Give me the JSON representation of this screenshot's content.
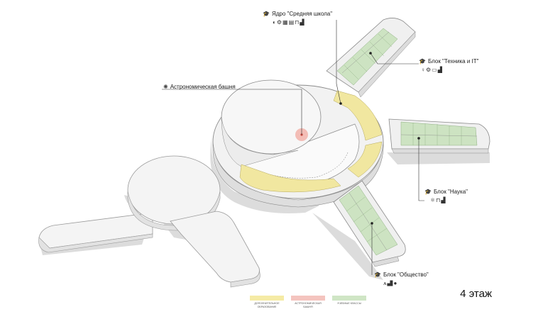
{
  "labels": {
    "core": "Ядро \"Средняя школа\"",
    "tech": "Блок \"Техника и IT\"",
    "tower": "Астрономическая башня",
    "science": "Блок \"Наука\"",
    "society": "Блок \"Общество\""
  },
  "floor": "4 этаж",
  "legend": [
    {
      "text": "дополнительное образование",
      "color": "#f5eba5"
    },
    {
      "text": "астрономическая башня",
      "color": "#f4c4bf"
    },
    {
      "text": "учебные классы",
      "color": "#cfe5c5"
    }
  ],
  "colors": {
    "extra_education": "#f1e7a0",
    "tower": "#f2b3aa",
    "classes": "#cde3c2",
    "building": "#f4f4f4"
  },
  "icons": {
    "core": [
      "chart-icon",
      "gear-icon",
      "classroom-icon",
      "book-icon",
      "lab-icon",
      "workshop-icon"
    ],
    "tech": [
      "bulb-icon",
      "gear-icon",
      "monitor-icon",
      "factory-icon"
    ],
    "science": [
      "atom-icon",
      "flask-icon",
      "factory-icon"
    ],
    "society": [
      "people-icon",
      "tools-icon",
      "globe-icon"
    ]
  }
}
